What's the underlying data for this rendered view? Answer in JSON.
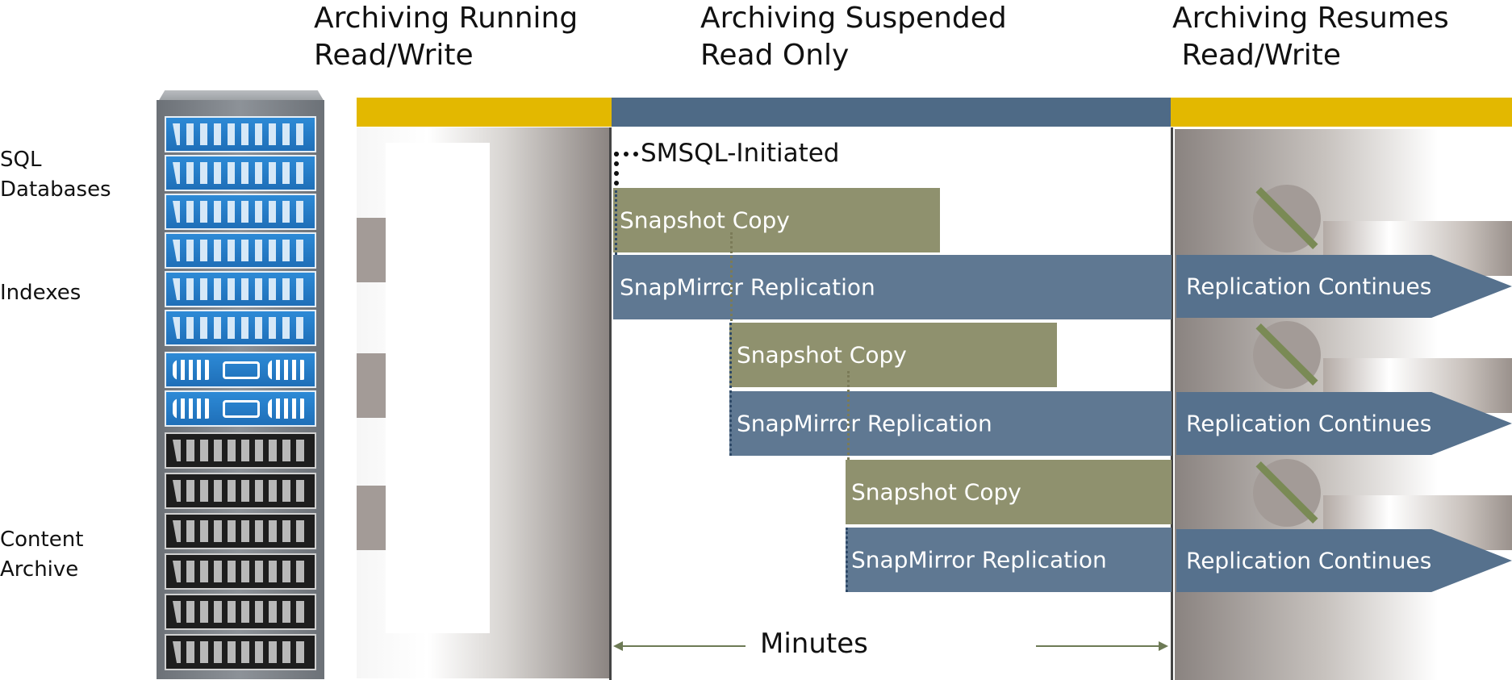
{
  "phases": [
    {
      "title": "Archiving Running\nRead/Write",
      "color": "#e3b800"
    },
    {
      "title": "Archiving Suspended\nRead Only",
      "color": "#4e6a86"
    },
    {
      "title": "Archiving Resumes\n Read/Write",
      "color": "#e3b800"
    }
  ],
  "row_labels": {
    "sql": "SQL\nDatabases",
    "indexes": "Indexes",
    "content": "Content\nArchive"
  },
  "annotation": "SMSQL-Initiated",
  "bars": {
    "snapshot_1": "Snapshot Copy",
    "snapmirror_1": "SnapMirror Replication",
    "snapshot_2": "Snapshot Copy",
    "snapmirror_2": "SnapMirror Replication",
    "snapshot_3": "Snapshot Copy",
    "snapmirror_3": "SnapMirror Replication"
  },
  "continues": [
    "Replication Continues",
    "Replication Continues",
    "Replication Continues"
  ],
  "duration_label": "Minutes",
  "icons": {
    "storage_rack": "server-rack-icon",
    "stop_valve": "stop-valve-icon",
    "arrow": "double-headed-arrow-icon"
  },
  "colors": {
    "read_write": "#e3b800",
    "read_only": "#4e6a86",
    "snapshot": "#8f916e",
    "snapmirror": "#5f7892"
  }
}
